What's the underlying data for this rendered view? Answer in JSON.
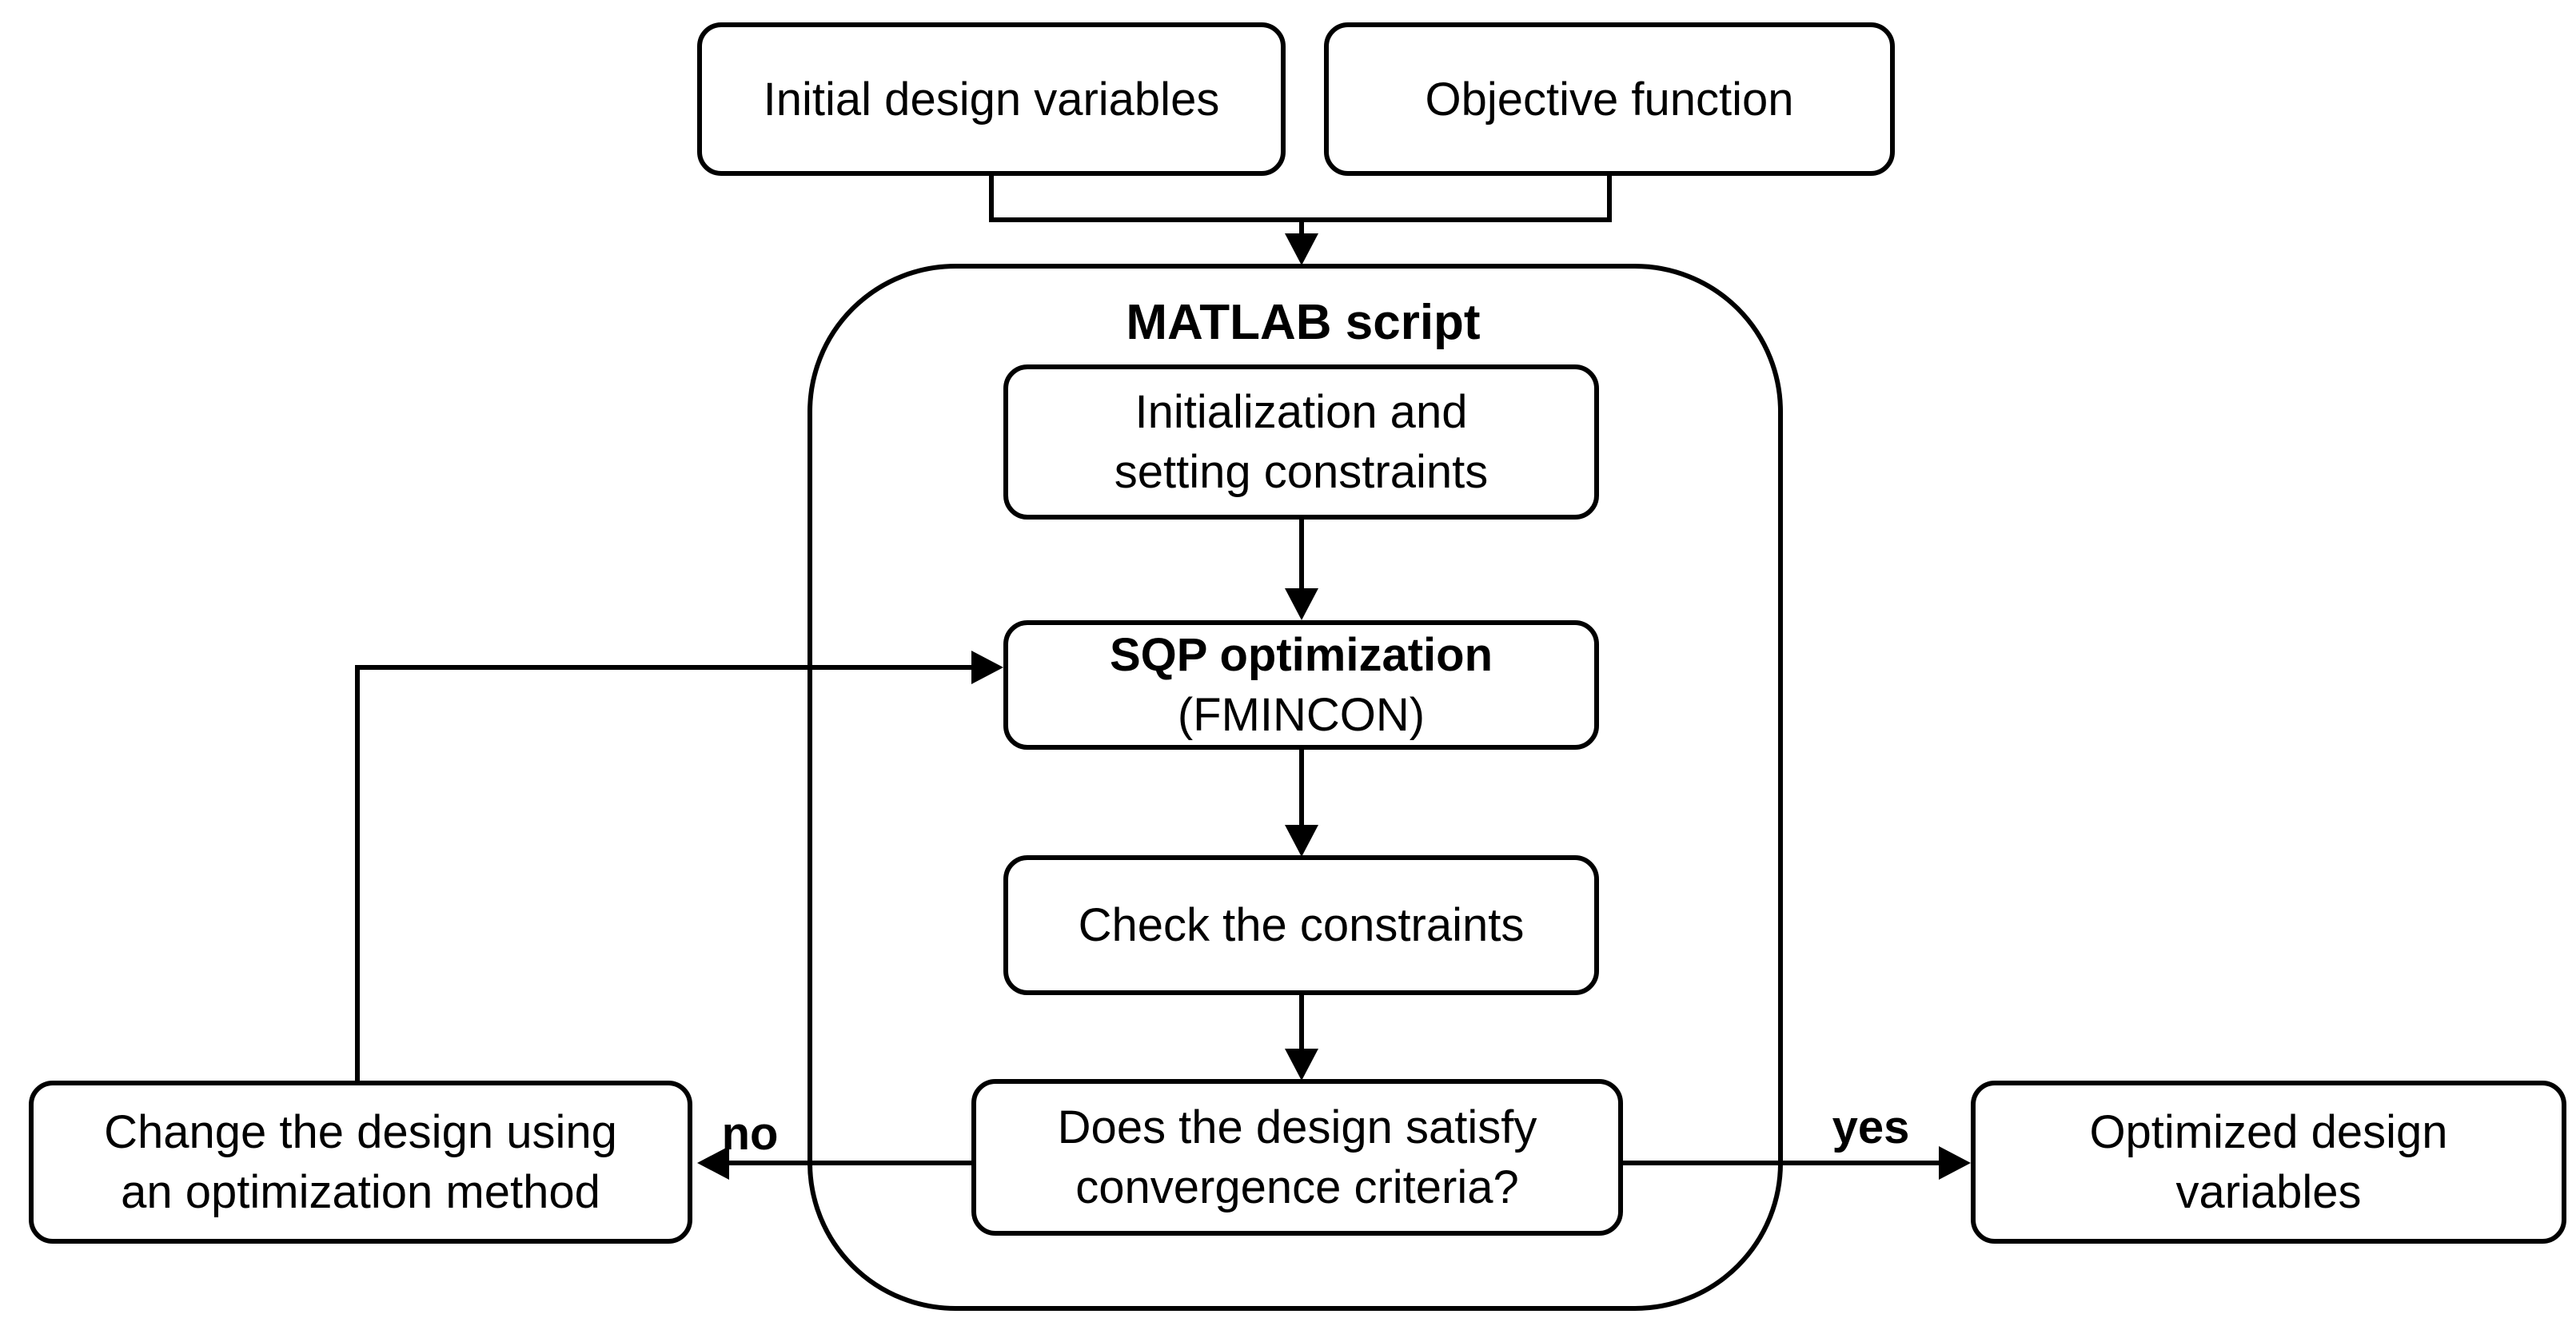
{
  "diagram": {
    "colors": {
      "line": "#000000",
      "background": "#ffffff",
      "text": "#000000"
    },
    "inputs": {
      "initial": {
        "label": "Initial design variables"
      },
      "objective": {
        "label": "Objective function"
      }
    },
    "container": {
      "title": "MATLAB script"
    },
    "steps": {
      "init": {
        "line1": "Initialization and",
        "line2": "setting constraints"
      },
      "sqp": {
        "line1": "SQP optimization",
        "line2": "(FMINCON)"
      },
      "check": {
        "label": "Check the constraints"
      },
      "decision": {
        "line1": "Does the design satisfy",
        "line2": "convergence criteria?"
      }
    },
    "outputs": {
      "change": {
        "line1": "Change the design using",
        "line2": "an optimization method"
      },
      "optimized": {
        "line1": "Optimized design",
        "line2": "variables"
      }
    },
    "labels": {
      "no": "no",
      "yes": "yes"
    },
    "edges": [
      {
        "from": "Initial design variables",
        "to": "MATLAB script",
        "label": ""
      },
      {
        "from": "Objective function",
        "to": "MATLAB script",
        "label": ""
      },
      {
        "from": "Initialization and setting constraints",
        "to": "SQP optimization (FMINCON)",
        "label": ""
      },
      {
        "from": "SQP optimization (FMINCON)",
        "to": "Check the constraints",
        "label": ""
      },
      {
        "from": "Check the constraints",
        "to": "Does the design satisfy convergence criteria?",
        "label": ""
      },
      {
        "from": "Does the design satisfy convergence criteria?",
        "to": "Change the design using an optimization method",
        "label": "no"
      },
      {
        "from": "Does the design satisfy convergence criteria?",
        "to": "Optimized design variables",
        "label": "yes"
      },
      {
        "from": "Change the design using an optimization method",
        "to": "SQP optimization (FMINCON)",
        "label": ""
      }
    ]
  }
}
